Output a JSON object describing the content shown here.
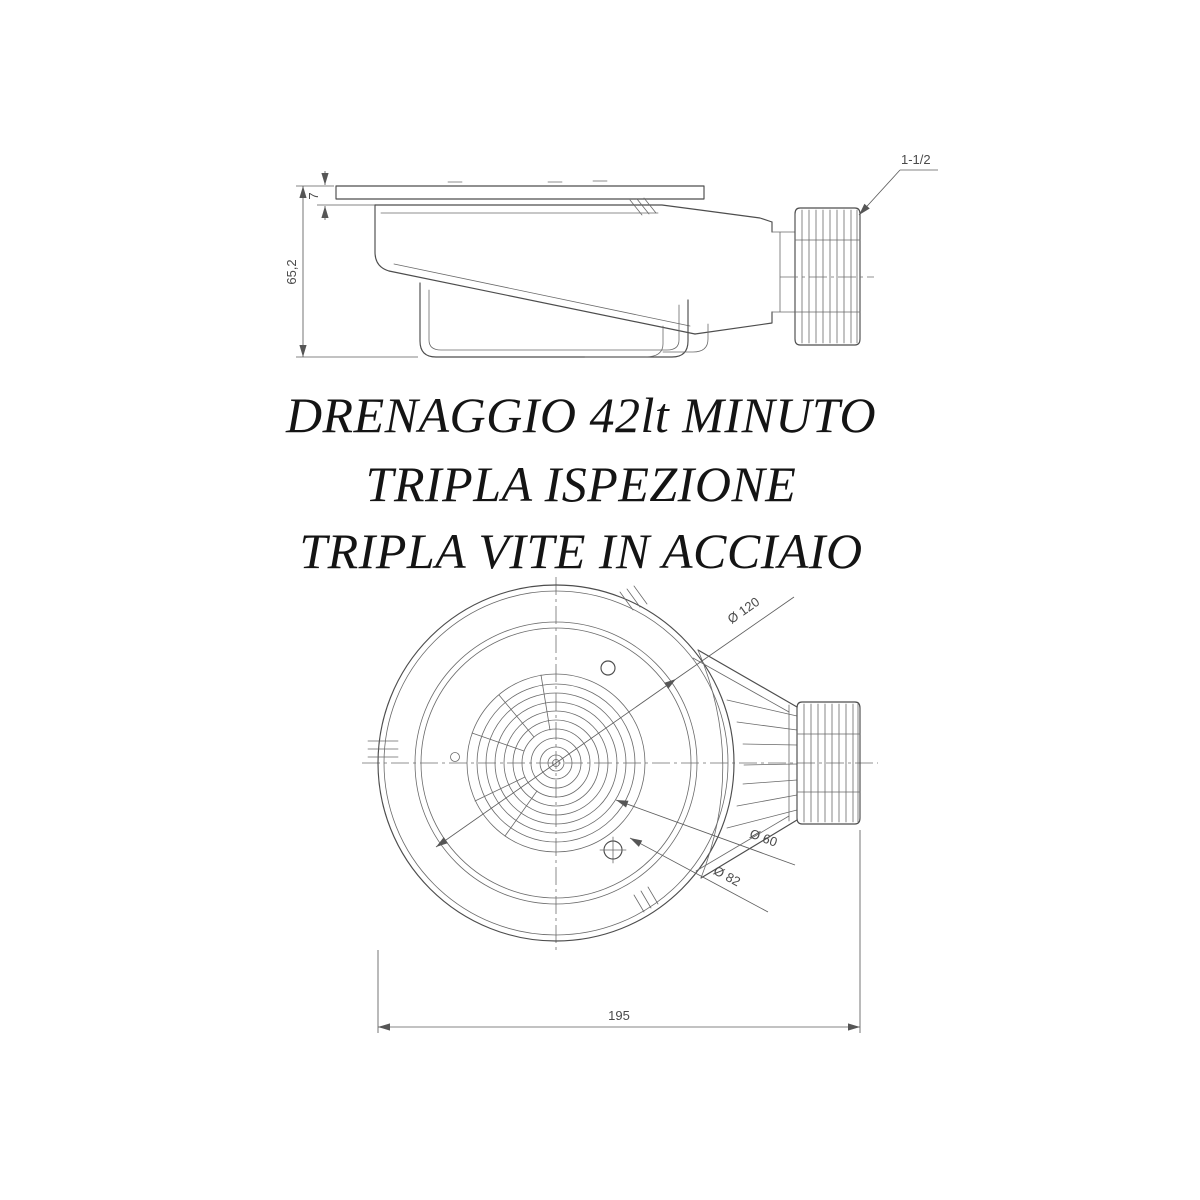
{
  "title": {
    "line1": "DRENAGGIO 42lt MINUTO",
    "line2": "TRIPLA ISPEZIONE",
    "line3": "TRIPLA VITE IN ACCIAIO"
  },
  "drawing": {
    "side_view": {
      "dim_total_height": "65,2",
      "dim_flange_height": "7",
      "thread_label": "1-1/2"
    },
    "plan_view": {
      "dim_diameter_flange": "Ø 120",
      "dim_diameter_inner": "Ø 60",
      "dim_diameter_bolt_circle": "Ø 82",
      "dim_total_width": "195"
    }
  },
  "colors": {
    "background": "#ffffff",
    "drawing_lines": "#4d4d4d",
    "centerlines": "#6f6f6f",
    "dimension_lines": "#5e5e5e",
    "dimension_text": "#4a4a4a",
    "title_text": "#141414"
  }
}
